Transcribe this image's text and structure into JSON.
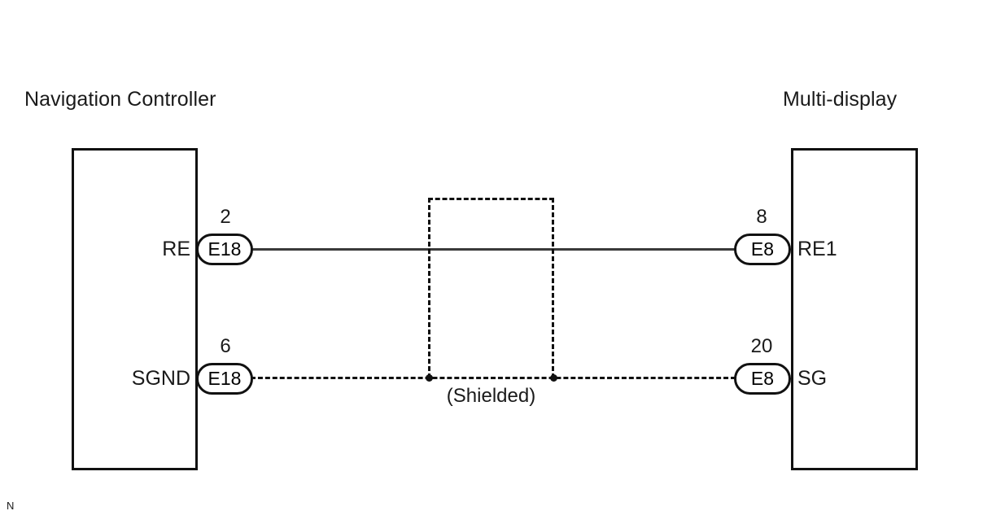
{
  "diagram": {
    "title_left": "Navigation Controller",
    "title_right": "Multi-display",
    "corner_mark": "N",
    "shield_label": "(Shielded)",
    "left_component": {
      "name": "Navigation Controller",
      "pins": [
        {
          "signal": "RE",
          "connector": "E18",
          "pin_number": "2"
        },
        {
          "signal": "SGND",
          "connector": "E18",
          "pin_number": "6"
        }
      ]
    },
    "right_component": {
      "name": "Multi-display",
      "pins": [
        {
          "signal": "RE1",
          "connector": "E8",
          "pin_number": "8"
        },
        {
          "signal": "SG",
          "connector": "E8",
          "pin_number": "20"
        }
      ]
    },
    "wires": [
      {
        "from": "RE",
        "to": "RE1",
        "style": "solid"
      },
      {
        "from": "SGND",
        "to": "SG",
        "style": "dashed",
        "shielded": true
      }
    ],
    "colors": {
      "line": "#111111",
      "wire_solid": "#3a3a3a",
      "text": "#1a1a1a",
      "background": "#ffffff"
    }
  }
}
